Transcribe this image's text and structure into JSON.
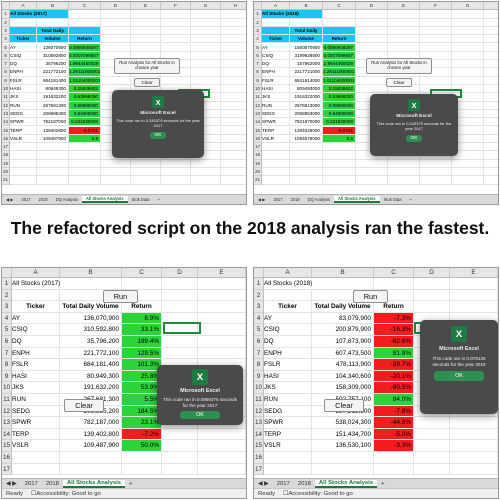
{
  "caption": "The refactored script on the 2018 analysis ran the fastest.",
  "top_left": {
    "col_headers": [
      "",
      "A",
      "B",
      "C",
      "D",
      "E",
      "F",
      "G",
      "H",
      "I",
      "J",
      "K",
      "L",
      "M"
    ],
    "title": "All Stocks (2017)",
    "header_top": "Total Daily",
    "headers": [
      "Ticker",
      "Volume",
      "Return"
    ],
    "rows": [
      [
        "AY",
        "136070900",
        "0.0890949297",
        "g"
      ],
      [
        "CSIQ",
        "310592800",
        "0.0007099507",
        "g"
      ],
      [
        "DQ",
        "35796200",
        "1.9944450029",
        "g"
      ],
      [
        "ENPH",
        "221772100",
        "1.29111000001",
        "g"
      ],
      [
        "FSLR",
        "684181400",
        "1.01104000001",
        "g"
      ],
      [
        "HASI",
        "80949300",
        "0.25838602",
        "g"
      ],
      [
        "JKS",
        "191632200",
        "0.53998000",
        "g"
      ],
      [
        "RUN",
        "267681300",
        "0.55980000",
        "g"
      ],
      [
        "SEDG",
        "206885300",
        "0.84600000",
        "g"
      ],
      [
        "SPWR",
        "782187000",
        "0.231830000",
        "g"
      ],
      [
        "TERP",
        "139402800",
        "-0.0721",
        "r"
      ],
      [
        "VSLR",
        "109487900",
        "0.5",
        "g"
      ]
    ],
    "run_button": "Run Analysis for All Stocks in chosen year",
    "clear_button": "Clear",
    "dialog_title": "Microsoft Excel",
    "dialog_msg": "This code ran in 0.343379 seconds for the year 2017",
    "dialog_ok": "OK",
    "tabs": [
      "2017",
      "2018",
      "DQ Analysis",
      "All Stocks Analysis",
      "Stok Data"
    ],
    "active_tab": "All Stocks Analysis"
  },
  "top_right": {
    "col_headers": [
      "",
      "A",
      "B",
      "C",
      "D",
      "E",
      "F",
      "G",
      "H"
    ],
    "title": "All Stocks (2018)",
    "header_top": "Total Daily",
    "headers": [
      "Ticker",
      "Volume",
      "Return"
    ],
    "rows": [
      [
        "AY",
        "1560870900",
        "0.0890949297",
        "g"
      ],
      [
        "CSIQ",
        "3199928800",
        "0.0007099507",
        "g"
      ],
      [
        "DQ",
        "157962000",
        "1.9944450029",
        "g"
      ],
      [
        "ENPH",
        "2217721000",
        "1.29111000001",
        "g"
      ],
      [
        "FSLR",
        "6841814000",
        "1.01104000001",
        "g"
      ],
      [
        "HASI",
        "809493000",
        "0.25838602",
        "g"
      ],
      [
        "JKS",
        "1916322000",
        "0.53998000",
        "g"
      ],
      [
        "RUN",
        "2676813000",
        "0.55980000",
        "g"
      ],
      [
        "SEDG",
        "2068853000",
        "0.84600000",
        "g"
      ],
      [
        "SPWR",
        "7821870000",
        "0.231830000",
        "g"
      ],
      [
        "TERP",
        "1394028000",
        "-0.0721",
        "r"
      ],
      [
        "VSLR",
        "1094879000",
        "0.5",
        "g"
      ]
    ],
    "run_button": "Run Analysis for All Stocks in chosen year",
    "clear_button": "Clear",
    "dialog_title": "Microsoft Excel",
    "dialog_msg": "This code ran in 0.343379 seconds for the year 2017",
    "dialog_ok": "OK",
    "tabs": [
      "2017",
      "2018",
      "DQ Analysis",
      "All Stocks Analysis",
      "Stok Data"
    ],
    "active_tab": "All Stocks Analysis"
  },
  "bottom_left": {
    "col_headers": [
      "",
      "A",
      "B",
      "C",
      "D",
      "E"
    ],
    "title": "All Stocks (2017)",
    "headers": [
      "Ticker",
      "Total Daily Volume",
      "Return"
    ],
    "rows": [
      [
        "AY",
        "136,070,900",
        "8.9%",
        "g"
      ],
      [
        "CSIQ",
        "310,592,800",
        "33.1%",
        "g"
      ],
      [
        "DQ",
        "35,796,200",
        "199.4%",
        "g"
      ],
      [
        "ENPH",
        "221,772,100",
        "129.5%",
        "g"
      ],
      [
        "FSLR",
        "684,181,400",
        "101.3%",
        "g"
      ],
      [
        "HASI",
        "80,949,300",
        "25.8%",
        "g"
      ],
      [
        "JKS",
        "191,632,200",
        "53.9%",
        "g"
      ],
      [
        "RUN",
        "267,681,300",
        "5.5%",
        "g"
      ],
      [
        "SEDG",
        "206,885,200",
        "184.5%",
        "g"
      ],
      [
        "SPWR",
        "782,187,000",
        "23.1%",
        "g"
      ],
      [
        "TERP",
        "139,402,800",
        "-7.2%",
        "r"
      ],
      [
        "VSLR",
        "109,487,900",
        "50.0%",
        "g"
      ]
    ],
    "run_button": "Run",
    "clear_button": "Clear",
    "dialog_title": "Microsoft Excel",
    "dialog_msg": "This code ran in 0.0859375 seconds for the year 2017",
    "dialog_ok": "OK",
    "tabs": [
      "2017",
      "2018",
      "All Stocks Analysis"
    ],
    "active_tab": "All Stocks Analysis",
    "status_ready": "Ready",
    "status_access": "Accessibility: Good to go"
  },
  "bottom_right": {
    "col_headers": [
      "",
      "A",
      "B",
      "C",
      "D",
      "E"
    ],
    "title": "All Stocks (2018)",
    "headers": [
      "Ticker",
      "Total Daily Volume",
      "Return"
    ],
    "rows": [
      [
        "AY",
        "83,079,900",
        "-7.3%",
        "r"
      ],
      [
        "CSIQ",
        "200,879,900",
        "-16.3%",
        "r"
      ],
      [
        "DQ",
        "107,873,900",
        "-62.6%",
        "r"
      ],
      [
        "ENPH",
        "607,473,500",
        "81.9%",
        "g"
      ],
      [
        "FSLR",
        "478,113,900",
        "-39.7%",
        "r"
      ],
      [
        "HASI",
        "104,340,600",
        "-20.1%",
        "r"
      ],
      [
        "JKS",
        "158,309,000",
        "-60.5%",
        "r"
      ],
      [
        "RUN",
        "502,757,100",
        "84.0%",
        "g"
      ],
      [
        "SEDG",
        "237,212,300",
        "-7.8%",
        "r"
      ],
      [
        "SPWR",
        "538,024,300",
        "-44.6%",
        "r"
      ],
      [
        "TERP",
        "151,434,700",
        "-5.0%",
        "r"
      ],
      [
        "VSLR",
        "136,530,100",
        "-3.3%",
        "r"
      ]
    ],
    "run_button": "Run",
    "clear_button": "Clear",
    "dialog_title": "Microsoft Excel",
    "dialog_msg": "This code ran in 0.078125 seconds for the year 2018",
    "dialog_ok": "OK",
    "tabs": [
      "2017",
      "2018",
      "All Stocks Analysis"
    ],
    "active_tab": "All Stocks Analysis",
    "status_ready": "Ready",
    "status_access": "Accessibility: Good to go"
  },
  "icons": {
    "excel": "excel-logo-icon",
    "add_sheet": "plus-icon"
  }
}
